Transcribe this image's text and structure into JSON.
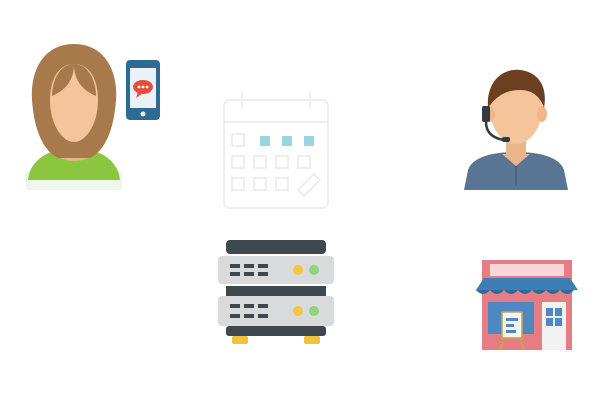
{
  "illustrations": [
    {
      "id": "customer",
      "icon": "woman-with-phone-icon",
      "interactable": false
    },
    {
      "id": "calendar",
      "icon": "calendar-icon",
      "faded": true,
      "interactable": false
    },
    {
      "id": "agent",
      "icon": "support-agent-headset-icon",
      "interactable": false
    },
    {
      "id": "server",
      "icon": "server-rack-icon",
      "interactable": false
    },
    {
      "id": "shop",
      "icon": "storefront-icon",
      "interactable": false
    }
  ],
  "colors": {
    "background": "#ffffff",
    "hair_brown": "#a87a4b",
    "skin": "#f5c49a",
    "shirt_green": "#8cc63f",
    "phone_blue": "#2e6b93",
    "chat_bubble": "#e74c3c",
    "calendar_stroke": "#eeeeee",
    "calendar_dots": "#9ad6e2",
    "agent_shirt": "#5a7594",
    "agent_hair": "#6b3f1f",
    "server_dark": "#3f474f",
    "server_body": "#d9dadc",
    "led_yellow": "#f4c542",
    "led_green": "#8fd37a",
    "feet_yellow": "#f0c341",
    "shop_wall": "#e67d84",
    "shop_awning": "#3d7fb5",
    "shop_window": "#4f87c2"
  }
}
